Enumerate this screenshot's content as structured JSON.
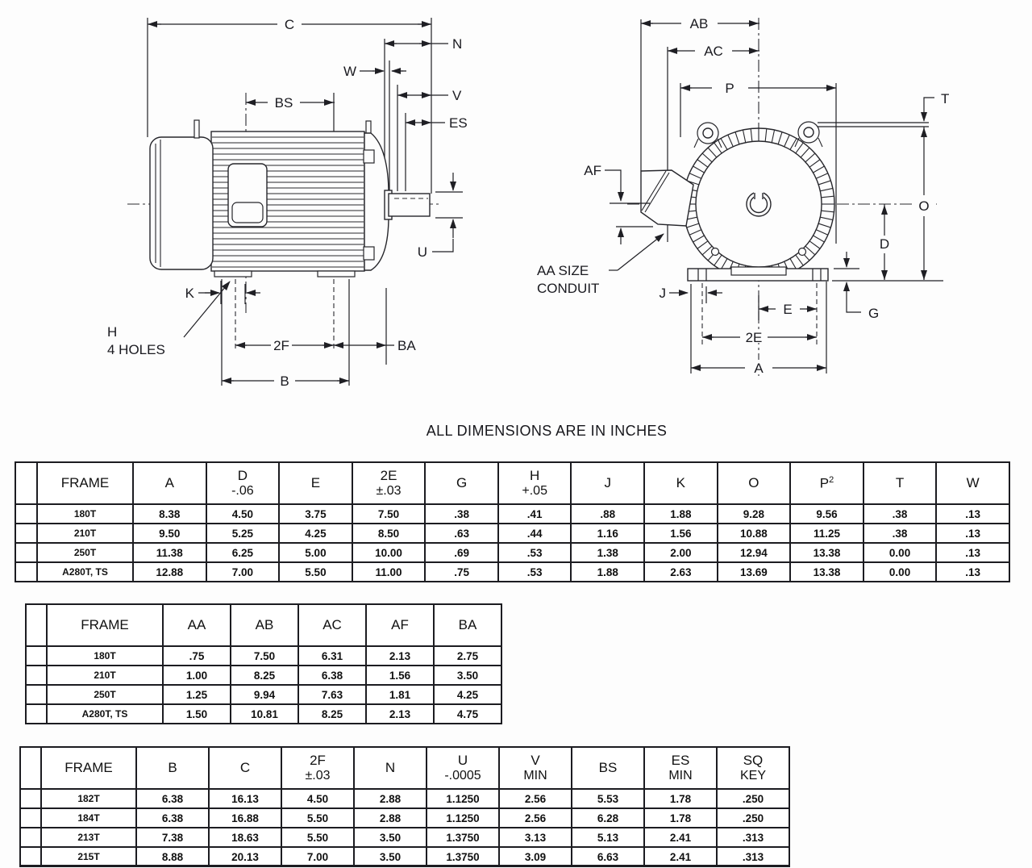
{
  "diagram": {
    "note": "ALL DIMENSIONS ARE IN INCHES",
    "side_view": {
      "c": "C",
      "n": "N",
      "w": "W",
      "v": "V",
      "es": "ES",
      "bs": "BS",
      "u": "U",
      "k": "K",
      "h": "H",
      "h2": "4 HOLES",
      "f": "2F",
      "ba": "BA",
      "b": "B"
    },
    "end_view": {
      "ab": "AB",
      "ac": "AC",
      "p": "P",
      "t": "T",
      "af": "AF",
      "aa1": "AA SIZE",
      "aa2": "CONDUIT",
      "j": "J",
      "e": "E",
      "ee": "2E",
      "a": "A",
      "o": "O",
      "d": "D",
      "g": "G"
    }
  },
  "tables": [
    {
      "id": "t1",
      "headers": [
        {
          "t": "FRAME"
        },
        {
          "t": "A"
        },
        {
          "t": "D",
          "s": "-.06"
        },
        {
          "t": "E"
        },
        {
          "t": "2E",
          "s": "±.03"
        },
        {
          "t": "G"
        },
        {
          "t": "H",
          "s": "+.05"
        },
        {
          "t": "J"
        },
        {
          "t": "K"
        },
        {
          "t": "O"
        },
        {
          "t": "P",
          "sup": "2"
        },
        {
          "t": "T"
        },
        {
          "t": "W"
        }
      ],
      "rows": [
        [
          "180T",
          "8.38",
          "4.50",
          "3.75",
          "7.50",
          ".38",
          ".41",
          ".88",
          "1.88",
          "9.28",
          "9.56",
          ".38",
          ".13"
        ],
        [
          "210T",
          "9.50",
          "5.25",
          "4.25",
          "8.50",
          ".63",
          ".44",
          "1.16",
          "1.56",
          "10.88",
          "11.25",
          ".38",
          ".13"
        ],
        [
          "250T",
          "11.38",
          "6.25",
          "5.00",
          "10.00",
          ".69",
          ".53",
          "1.38",
          "2.00",
          "12.94",
          "13.38",
          "0.00",
          ".13"
        ],
        [
          "A280T, TS",
          "12.88",
          "7.00",
          "5.50",
          "11.00",
          ".75",
          ".53",
          "1.88",
          "2.63",
          "13.69",
          "13.38",
          "0.00",
          ".13"
        ]
      ]
    },
    {
      "id": "t2",
      "headers": [
        {
          "t": "FRAME"
        },
        {
          "t": "AA"
        },
        {
          "t": "AB"
        },
        {
          "t": "AC"
        },
        {
          "t": "AF"
        },
        {
          "t": "BA"
        }
      ],
      "rows": [
        [
          "180T",
          ".75",
          "7.50",
          "6.31",
          "2.13",
          "2.75"
        ],
        [
          "210T",
          "1.00",
          "8.25",
          "6.38",
          "1.56",
          "3.50"
        ],
        [
          "250T",
          "1.25",
          "9.94",
          "7.63",
          "1.81",
          "4.25"
        ],
        [
          "A280T, TS",
          "1.50",
          "10.81",
          "8.25",
          "2.13",
          "4.75"
        ]
      ]
    },
    {
      "id": "t3",
      "headers": [
        {
          "t": "FRAME"
        },
        {
          "t": "B"
        },
        {
          "t": "C"
        },
        {
          "t": "2F",
          "s": "±.03"
        },
        {
          "t": "N"
        },
        {
          "t": "U",
          "s": "-.0005"
        },
        {
          "t": "V",
          "s": "MIN"
        },
        {
          "t": "BS"
        },
        {
          "t": "ES",
          "s": "MIN"
        },
        {
          "t": "SQ",
          "s": "KEY"
        }
      ],
      "rows": [
        [
          "182T",
          "6.38",
          "16.13",
          "4.50",
          "2.88",
          "1.1250",
          "2.56",
          "5.53",
          "1.78",
          ".250"
        ],
        [
          "184T",
          "6.38",
          "16.88",
          "5.50",
          "2.88",
          "1.1250",
          "2.56",
          "6.28",
          "1.78",
          ".250"
        ],
        [
          "213T",
          "7.38",
          "18.63",
          "5.50",
          "3.50",
          "1.3750",
          "3.13",
          "5.13",
          "2.41",
          ".313"
        ],
        [
          "215T",
          "8.88",
          "20.13",
          "7.00",
          "3.50",
          "1.3750",
          "3.09",
          "6.63",
          "2.41",
          ".313"
        ]
      ]
    }
  ]
}
